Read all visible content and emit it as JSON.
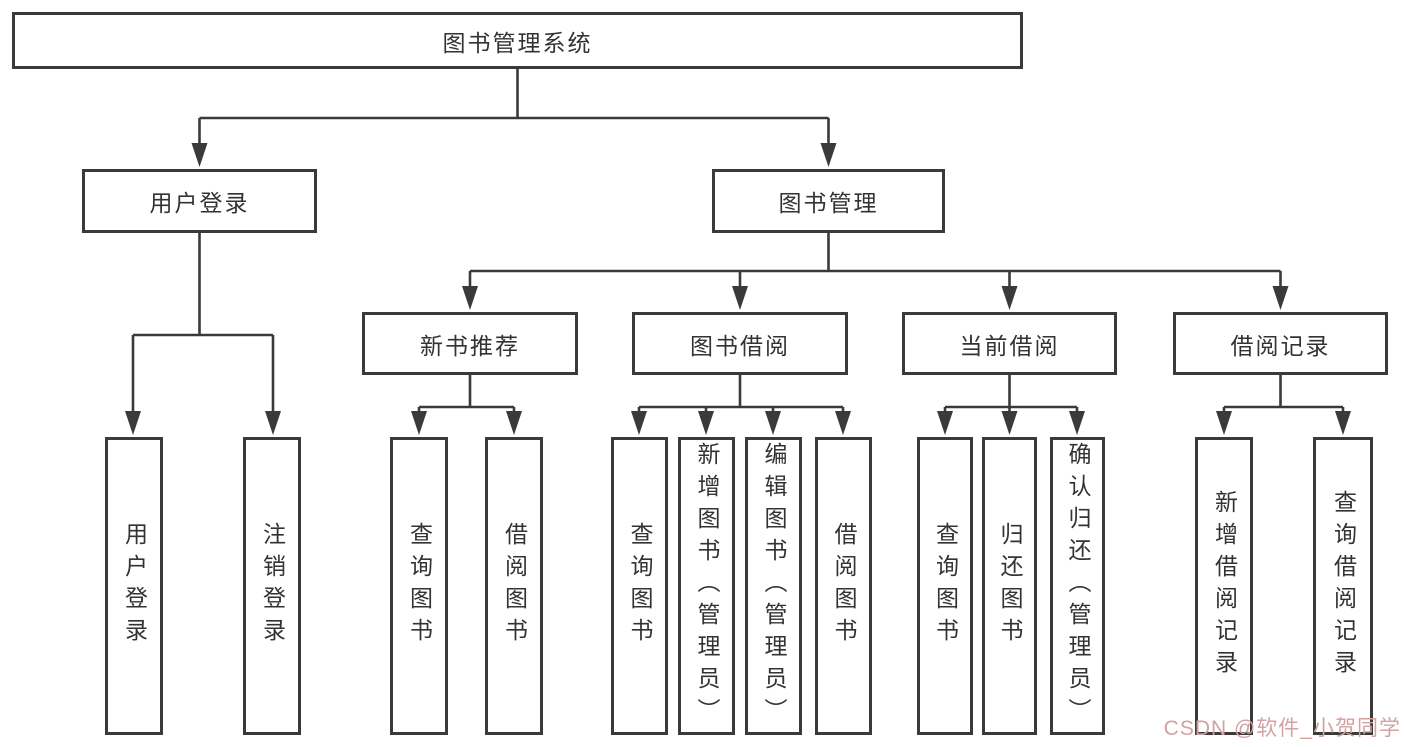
{
  "diagram": {
    "root": {
      "label": "图书管理系统",
      "children": [
        {
          "label": "用户登录",
          "children": [
            {
              "label": "用户登录"
            },
            {
              "label": "注销登录"
            }
          ]
        },
        {
          "label": "图书管理",
          "children": [
            {
              "label": "新书推荐",
              "children": [
                {
                  "label": "查询图书"
                },
                {
                  "label": "借阅图书"
                }
              ]
            },
            {
              "label": "图书借阅",
              "children": [
                {
                  "label": "查询图书"
                },
                {
                  "label": "新增图书（管理员）"
                },
                {
                  "label": "编辑图书（管理员）"
                },
                {
                  "label": "借阅图书"
                }
              ]
            },
            {
              "label": "当前借阅",
              "children": [
                {
                  "label": "查询图书"
                },
                {
                  "label": "归还图书"
                },
                {
                  "label": "确认归还（管理员）"
                }
              ]
            },
            {
              "label": "借阅记录",
              "children": [
                {
                  "label": "新增借阅记录"
                },
                {
                  "label": "查询借阅记录"
                }
              ]
            }
          ]
        }
      ]
    }
  },
  "watermark": {
    "text": "CSDN @软件_小贺同学"
  },
  "colors": {
    "line": "#3a3a3a",
    "box_border": "#3a3a3a",
    "box_fill": "#ffffff",
    "text": "#333333",
    "background": "#ffffff",
    "watermark": "#d4a1a1"
  }
}
